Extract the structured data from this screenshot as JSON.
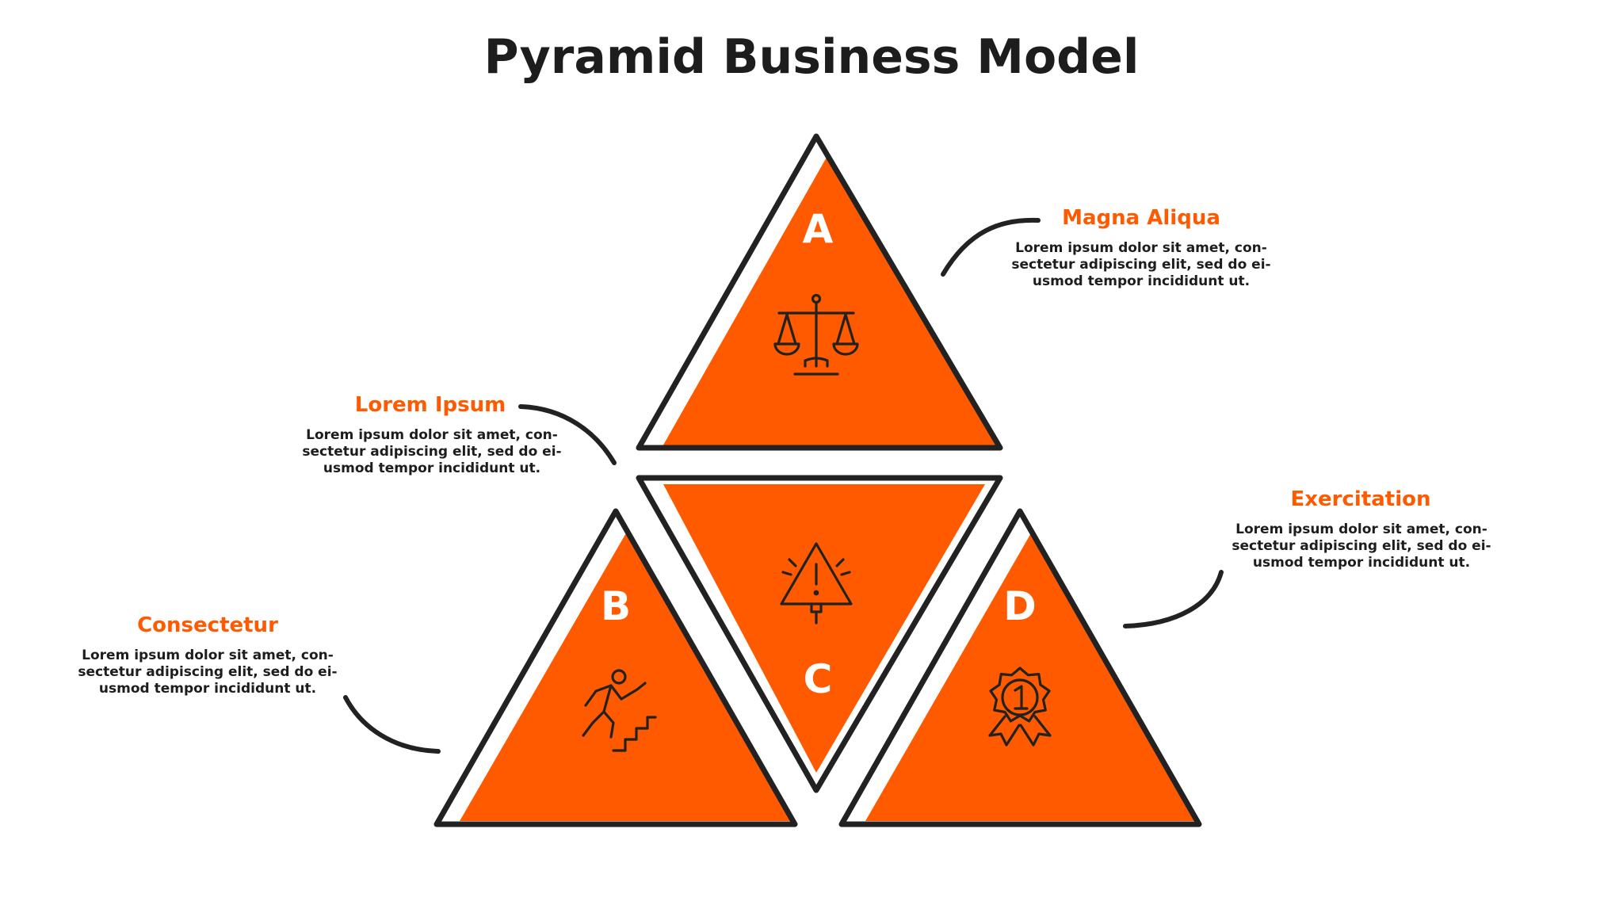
{
  "title": "Pyramid Business Model",
  "colors": {
    "accent": "#FF5A00",
    "outline": "#222222",
    "text": "#1d1d1d",
    "background": "#FFFFFF"
  },
  "triangles": [
    {
      "letter": "A",
      "icon": "scales-icon"
    },
    {
      "letter": "B",
      "icon": "climbing-stairs-icon"
    },
    {
      "letter": "C",
      "icon": "warning-icon"
    },
    {
      "letter": "D",
      "icon": "award-medal-icon"
    }
  ],
  "callouts": {
    "magna": {
      "heading": "Magna Aliqua",
      "lines": [
        "Lorem ipsum dolor sit amet, con-",
        "sectetur adipiscing elit, sed do ei-",
        "usmod tempor incididunt ut."
      ]
    },
    "lorem": {
      "heading": "Lorem Ipsum",
      "lines": [
        "Lorem ipsum dolor sit amet, con-",
        "sectetur adipiscing elit, sed do ei-",
        "usmod tempor incididunt ut."
      ]
    },
    "exercitation": {
      "heading": "Exercitation",
      "lines": [
        "Lorem ipsum dolor sit amet, con-",
        "sectetur adipiscing elit, sed do ei-",
        "usmod tempor incididunt ut."
      ]
    },
    "consectetur": {
      "heading": "Consectetur",
      "lines": [
        "Lorem ipsum dolor sit amet, con-",
        "sectetur adipiscing elit, sed do ei-",
        "usmod tempor incididunt ut."
      ]
    }
  }
}
